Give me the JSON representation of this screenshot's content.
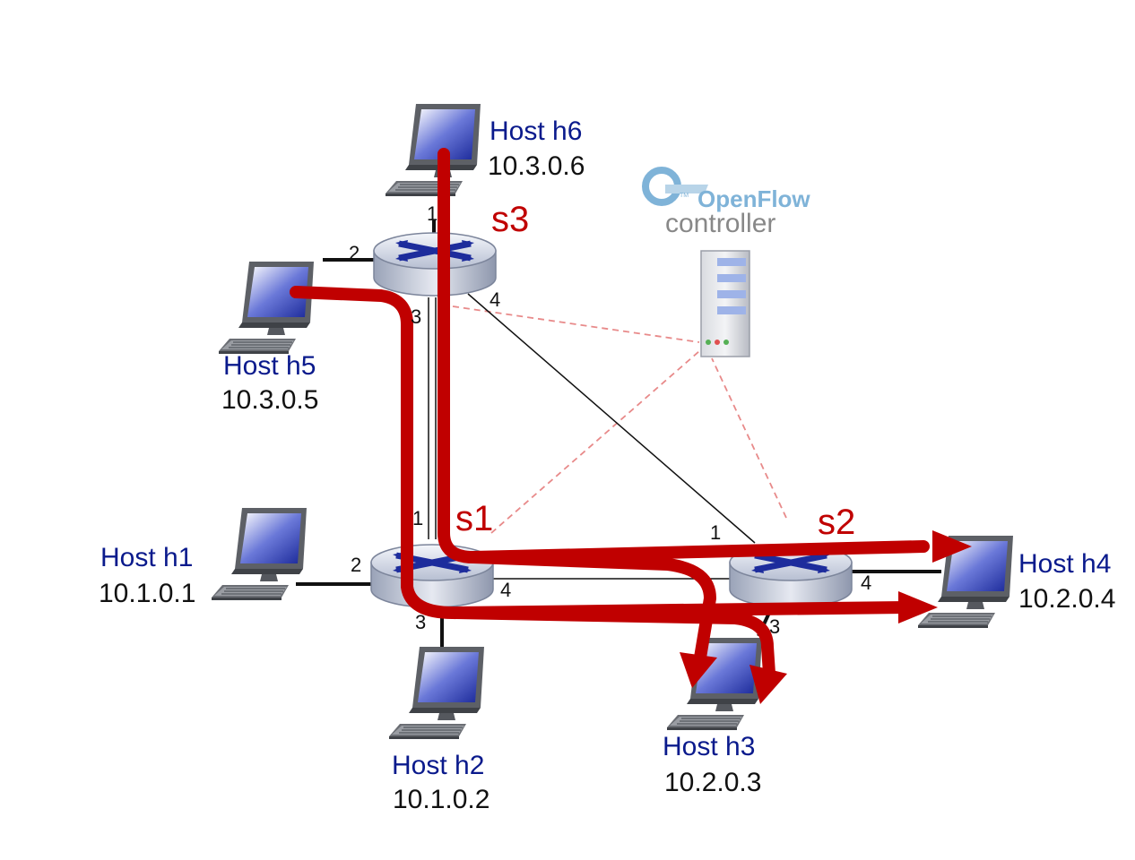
{
  "controller": {
    "logo_text": "OpenFlow",
    "tm": "TM",
    "label": "controller"
  },
  "switches": {
    "s1": {
      "label": "s1",
      "ports": {
        "p1": "1",
        "p2": "2",
        "p3": "3",
        "p4": "4"
      }
    },
    "s2": {
      "label": "s2",
      "ports": {
        "p1": "1",
        "p3": "3",
        "p4": "4"
      }
    },
    "s3": {
      "label": "s3",
      "ports": {
        "p1": "1",
        "p2": "2",
        "p3": "3",
        "p4": "4"
      }
    }
  },
  "hosts": {
    "h1": {
      "name": "Host h1",
      "ip": "10.1.0.1"
    },
    "h2": {
      "name": "Host h2",
      "ip": "10.1.0.2"
    },
    "h3": {
      "name": "Host h3",
      "ip": "10.2.0.3"
    },
    "h4": {
      "name": "Host h4",
      "ip": "10.2.0.4"
    },
    "h5": {
      "name": "Host h5",
      "ip": "10.3.0.5"
    },
    "h6": {
      "name": "Host h6",
      "ip": "10.3.0.6"
    }
  },
  "colors": {
    "flow": "#c00000",
    "control_link": "#e88a8a",
    "host_text": "#0a1a8c",
    "switch_label": "#c00000"
  }
}
